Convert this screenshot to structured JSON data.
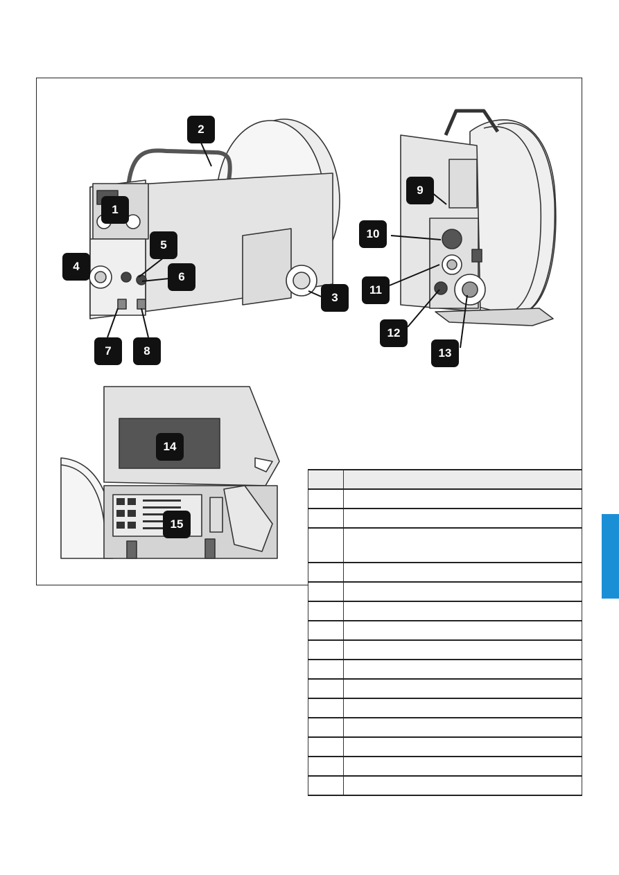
{
  "page": {
    "side_tab_color": "#1b8fd6"
  },
  "figure": {
    "callouts": [
      {
        "num": "1"
      },
      {
        "num": "2"
      },
      {
        "num": "3"
      },
      {
        "num": "4"
      },
      {
        "num": "5"
      },
      {
        "num": "6"
      },
      {
        "num": "7"
      },
      {
        "num": "8"
      },
      {
        "num": "9"
      },
      {
        "num": "10"
      },
      {
        "num": "11"
      },
      {
        "num": "12"
      },
      {
        "num": "13"
      },
      {
        "num": "14"
      },
      {
        "num": "15"
      }
    ]
  },
  "table": {
    "header": {
      "num": "",
      "desc": ""
    },
    "rows": [
      {
        "num": "",
        "desc": ""
      },
      {
        "num": "",
        "desc": ""
      },
      {
        "num": "",
        "desc": ""
      },
      {
        "num": "",
        "desc": ""
      },
      {
        "num": "",
        "desc": ""
      },
      {
        "num": "",
        "desc": ""
      },
      {
        "num": "",
        "desc": ""
      },
      {
        "num": "",
        "desc": ""
      },
      {
        "num": "",
        "desc": ""
      },
      {
        "num": "",
        "desc": ""
      },
      {
        "num": "",
        "desc": ""
      },
      {
        "num": "",
        "desc": ""
      },
      {
        "num": "",
        "desc": ""
      },
      {
        "num": "",
        "desc": ""
      },
      {
        "num": "",
        "desc": ""
      }
    ]
  }
}
